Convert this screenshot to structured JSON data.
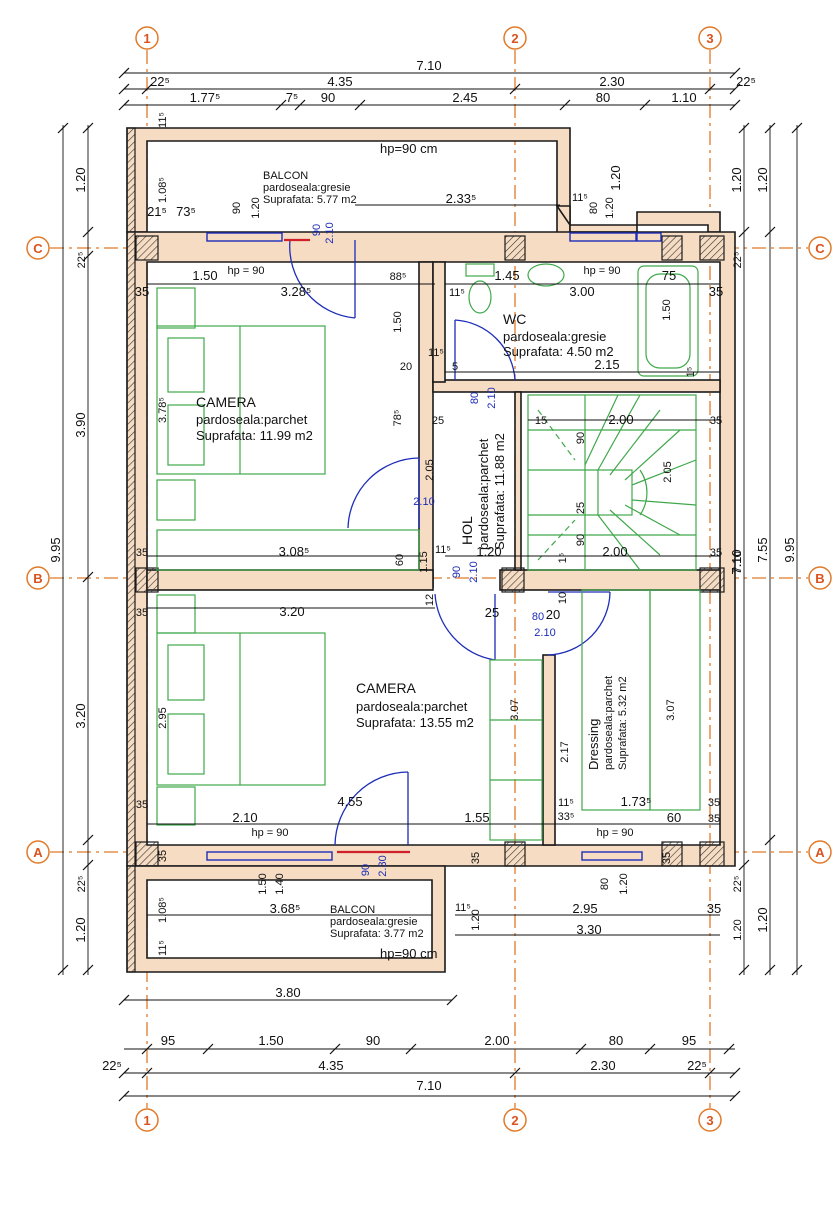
{
  "axes": {
    "vertical": [
      "1",
      "2",
      "3"
    ],
    "horizontal": [
      "C",
      "B",
      "A"
    ]
  },
  "rooms": {
    "balcon_top": {
      "name": "BALCON",
      "floor": "pardoseala:gresie",
      "area": "Suprafata: 5.77 m2",
      "hp": "hp=90 cm"
    },
    "camera_top": {
      "name": "CAMERA",
      "floor": "pardoseala:parchet",
      "area": "Suprafata: 11.99 m2"
    },
    "wc": {
      "name": "WC",
      "floor": "pardoseala:gresie",
      "area": "Suprafata: 4.50 m2"
    },
    "hol": {
      "name": "HOL",
      "floor": "pardoseala:parchet",
      "area": "Suprafata: 11.88 m2"
    },
    "camera_bottom": {
      "name": "CAMERA",
      "floor": "pardoseala:parchet",
      "area": "Suprafata: 13.55 m2"
    },
    "dressing": {
      "name": "Dressing",
      "floor": "pardoseala:parchet",
      "area": "Suprafata: 5.32 m2"
    },
    "balcon_bottom": {
      "name": "BALCON",
      "floor": "pardoseala:gresie",
      "area": "Suprafata: 3.77 m2",
      "hp": "hp=90 cm"
    }
  },
  "top_dims": {
    "total": "7.10",
    "row2": [
      "22⁵",
      "4.35",
      "2.30",
      "22⁵"
    ],
    "row3": [
      "1.77⁵",
      "7⁵",
      "90",
      "2.45",
      "80",
      "1.10"
    ]
  },
  "bottom_dims": {
    "row1": [
      "95",
      "1.50",
      "90",
      "2.00",
      "80",
      "95"
    ],
    "row2": [
      "22⁵",
      "4.35",
      "2.30",
      "22⁵"
    ],
    "total": "7.10",
    "balcony": "3.80"
  },
  "left_dims": {
    "outer": "9.95",
    "segments": [
      "1.20",
      "22⁵",
      "3.90",
      "3.20",
      "22⁵",
      "1.20"
    ]
  },
  "right_dims": {
    "outer": "9.95",
    "middle": "7.55",
    "segments": [
      "1.20",
      "22⁵",
      "7.10",
      "22⁵",
      "1.20"
    ],
    "inner_top": "1.20"
  },
  "interior_dims": [
    "1.08⁵",
    "11⁵",
    "21⁵",
    "73⁵",
    "90",
    "1.20",
    "90",
    "2.10",
    "2.33⁵",
    "11⁵",
    "80",
    "1.20",
    "1.20",
    "1.50",
    "hp = 90",
    "3.28⁵",
    "88⁵",
    "1.45",
    "hp = 90",
    "75",
    "35",
    "35",
    "11⁵",
    "3.00",
    "35",
    "1.50",
    "1.50",
    "3.78⁵",
    "20",
    "11⁵",
    "5",
    "80",
    "2.10",
    "2.15",
    "1⁵",
    "78⁵",
    "25",
    "15",
    "2.00",
    "35",
    "90",
    "2.05",
    "2.10",
    "2.05",
    "25",
    "90",
    "11.88",
    "35",
    "3.08⁵",
    "60",
    "1.15",
    "11⁵",
    "1.20",
    "90",
    "2.10",
    "2.00",
    "35",
    "1⁵",
    "7.10",
    "35",
    "3.20",
    "12",
    "25",
    "80",
    "20",
    "2.10",
    "10",
    "2.95",
    "3.07",
    "2.17",
    "3.07",
    "35",
    "2.10",
    "4.55",
    "1.55",
    "11⁵",
    "1.73⁵",
    "35",
    "hp = 90",
    "33⁵",
    "hp = 90",
    "60",
    "35",
    "35",
    "1.50",
    "1.40",
    "90",
    "2.30",
    "35",
    "35",
    "1.08⁵",
    "3.68⁵",
    "11⁵",
    "2.95",
    "35",
    "1.20",
    "3.30",
    "11⁵",
    "1.20",
    "80",
    "1.20"
  ],
  "colors": {
    "wall": "#f6dcc3",
    "wall_stroke": "#1a1a1a",
    "axis": "#e07a2a",
    "furniture": "#3fa84a",
    "window": "#1d2db8",
    "door_red": "#d0202a"
  }
}
